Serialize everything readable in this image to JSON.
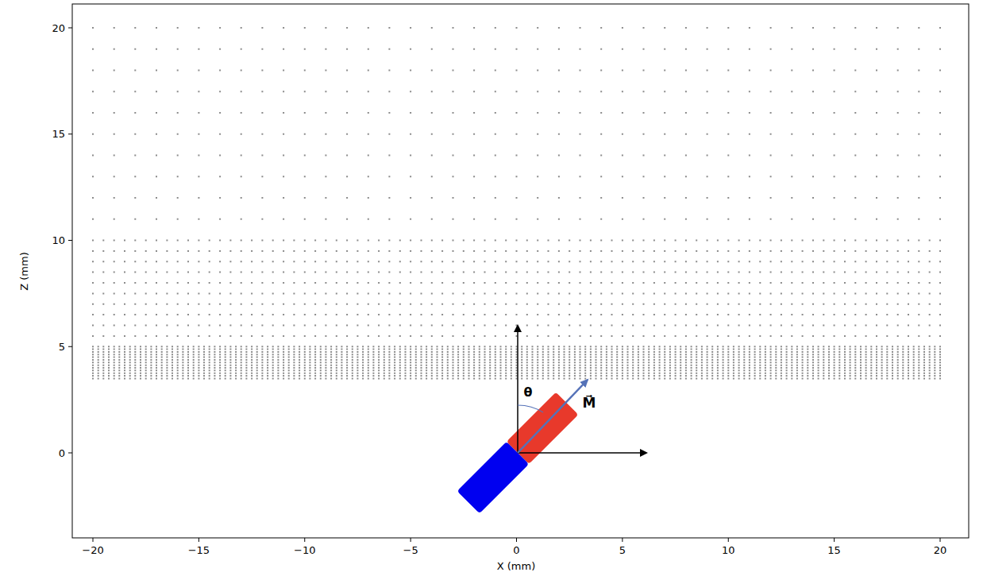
{
  "diagram": {
    "labels": [
      "−20",
      "−15",
      "−10",
      "−5",
      "0",
      "5",
      "10",
      "15",
      "20",
      "0",
      "5",
      "10",
      "15",
      "20",
      "X (mm)",
      "Z (mm)",
      "θ",
      "M⃗"
    ]
  }
}
